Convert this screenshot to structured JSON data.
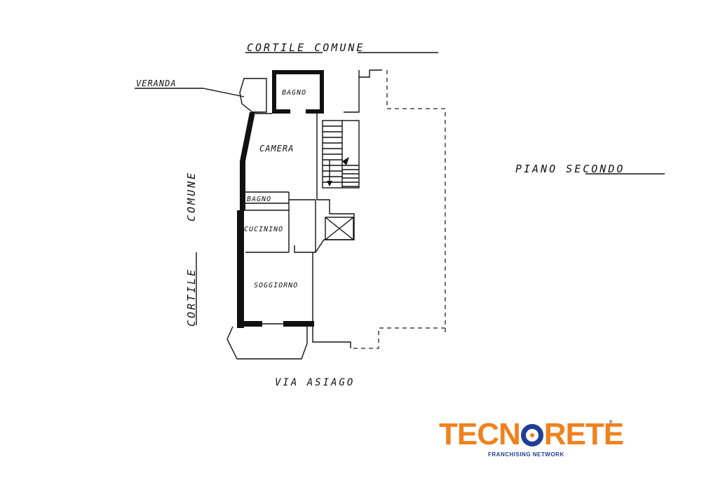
{
  "labels": {
    "top_street": "CORTILE      COMUNE",
    "veranda": "VERANDA",
    "bagno_top": "BAGNO",
    "camera": "CAMERA",
    "bagno_small": "BAGNO",
    "cucinino": "CUCININO",
    "soggiorno": "SOGGIORNO",
    "left_cortile": "CORTILE",
    "left_comune": "COMUNE",
    "floor": "PIANO   SECONDO",
    "bottom_street": "VIA    ASIAGO"
  },
  "logo": {
    "part1": "TECN",
    "part2": "RETE",
    "tagline": "FRANCHISING NETWORK",
    "trademark": "®",
    "color_orange": "#f0821e",
    "color_blue": "#1e3f95"
  }
}
